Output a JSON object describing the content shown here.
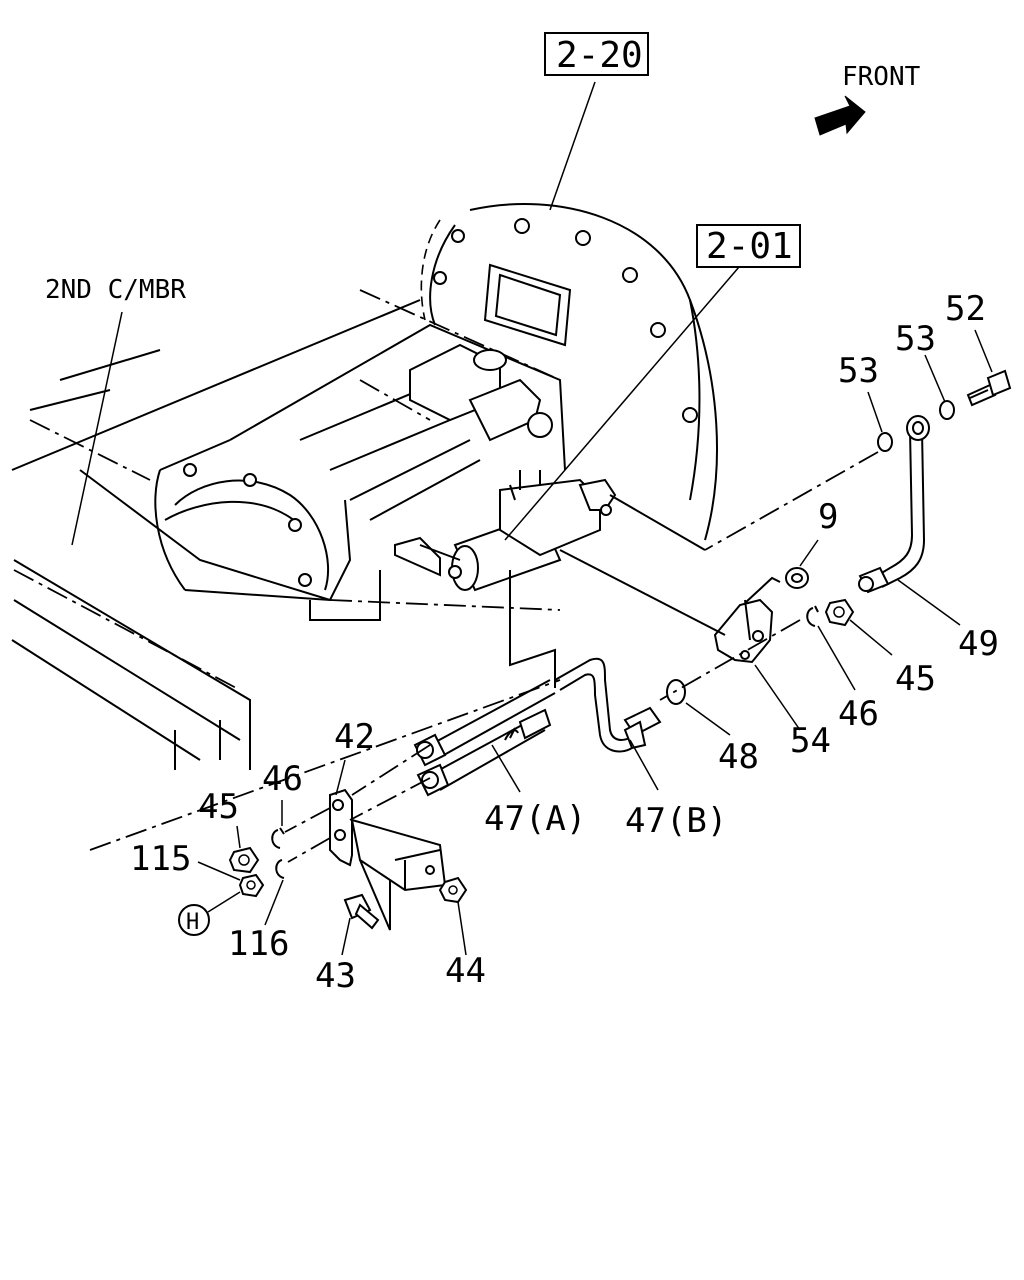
{
  "references": {
    "ref_2_20": "2-20",
    "ref_2_01": "2-01"
  },
  "direction": {
    "front_label": "FRONT"
  },
  "notes": {
    "second_crossmember": "2ND C/MBR",
    "circle_h": "H"
  },
  "callouts": {
    "p52": "52",
    "p53_upper": "53",
    "p53_lower": "53",
    "p9": "9",
    "p49": "49",
    "p45_right": "45",
    "p46_right": "46",
    "p54": "54",
    "p48": "48",
    "p47b": "47(B)",
    "p47a": "47(A)",
    "p42": "42",
    "p46_left": "46",
    "p45_left": "45",
    "p115": "115",
    "p116": "116",
    "p43": "43",
    "p44": "44"
  }
}
